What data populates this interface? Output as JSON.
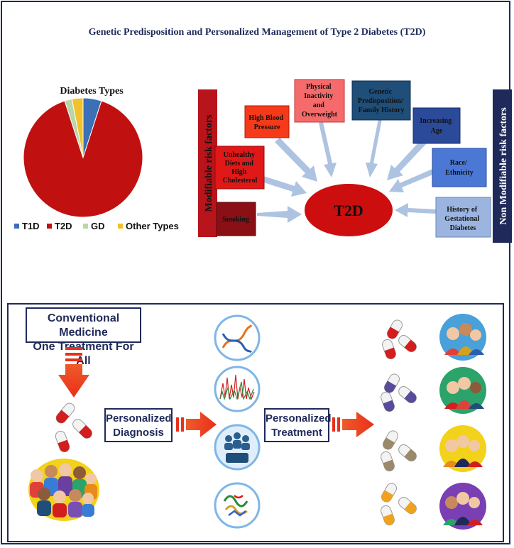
{
  "title": "Genetic Predisposition and Personalized Management of Type 2 Diabetes (T2D)",
  "chart_data": {
    "type": "pie",
    "title": "Diabetes Types",
    "categories": [
      "T1D",
      "T2D",
      "GD",
      "Other Types"
    ],
    "values": [
      5,
      90,
      2,
      3
    ],
    "colors": [
      "#3b6fb6",
      "#c01010",
      "#b7d7a8",
      "#f2c12e"
    ],
    "legend": "bottom"
  },
  "factors": {
    "center": "T2D",
    "modifiable_label": "Modifiable risk factors",
    "non_modifiable_label": "Non Modifiable risk factors",
    "smoking": "Smoking",
    "diets": [
      "Unhealthy",
      "Diets and",
      "High",
      "Cholesterol"
    ],
    "bp": [
      "High Blood",
      "Pressure"
    ],
    "inactivity": [
      "Physical",
      "Inactivity",
      "and",
      "Overweight"
    ],
    "genetic": [
      "Genetic",
      "Predisposition/",
      "Family History"
    ],
    "age": [
      "Increasing",
      "Age"
    ],
    "race": [
      "Race/",
      "Ethnicity"
    ],
    "gestational": [
      "History of",
      "Gestational",
      "Diabetes"
    ]
  },
  "lower": {
    "conventional": [
      "Conventional Medicine",
      "One Treatment For All"
    ],
    "personalized_diagnosis": [
      "Personalized",
      "Diagnosis"
    ],
    "personalized_treatment": [
      "Personalized",
      "Treatment"
    ]
  }
}
